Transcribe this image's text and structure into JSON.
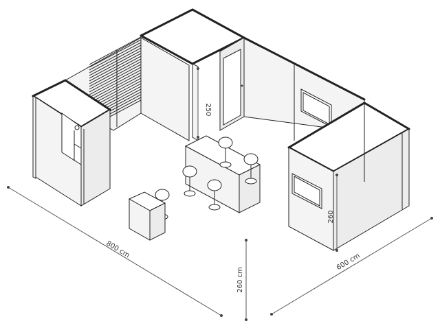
{
  "dimensions": {
    "length": "800 cm",
    "width": "600 cm",
    "overall_height": "260 cm",
    "wall_height": "250",
    "counter_height": "260"
  },
  "colors": {
    "line": "#222222",
    "panel": "#f4f4f4",
    "background": "#ffffff"
  }
}
